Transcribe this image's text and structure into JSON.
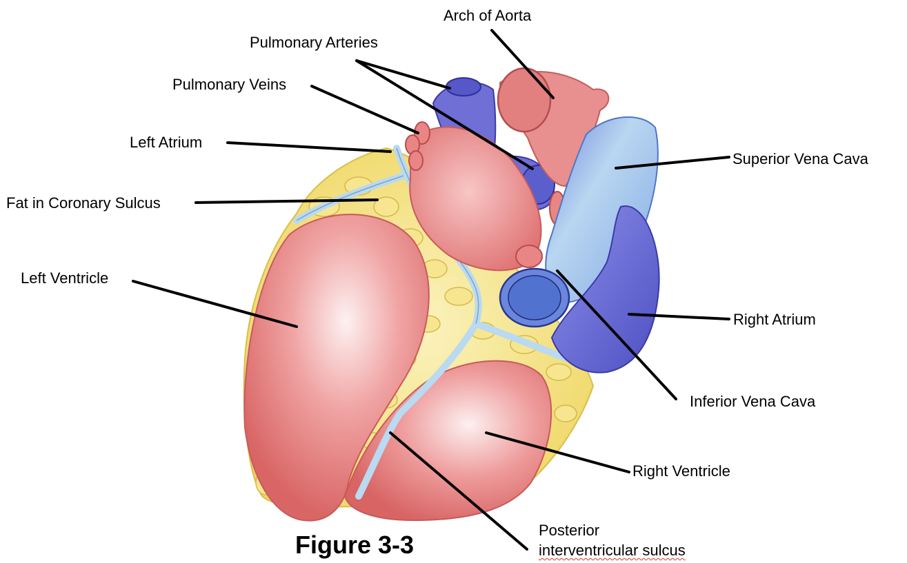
{
  "labels": {
    "arch_of_aorta": "Arch of Aorta",
    "pulmonary_arteries": "Pulmonary Arteries",
    "pulmonary_veins": "Pulmonary Veins",
    "left_atrium": "Left Atrium",
    "fat_in_coronary_sulcus": "Fat in Coronary Sulcus",
    "left_ventricle": "Left Ventricle",
    "superior_vena_cava": "Superior Vena Cava",
    "right_atrium": "Right Atrium",
    "inferior_vena_cava": "Inferior Vena Cava",
    "right_ventricle": "Right Ventricle",
    "posterior_line1": "Posterior",
    "posterior_line2": "interventricular sulcus"
  },
  "figure_title": "Figure 3-3",
  "colors": {
    "ventricle_red": "#e98a8a",
    "ventricle_highlight": "#fbe6e6",
    "vessel_blue": "#6d73d8",
    "vena_cava_light_blue": "#9cc3ea",
    "fat_yellow": "#f3e07a",
    "coronary_vessel": "#b9daf0",
    "leader_line": "#000000"
  }
}
